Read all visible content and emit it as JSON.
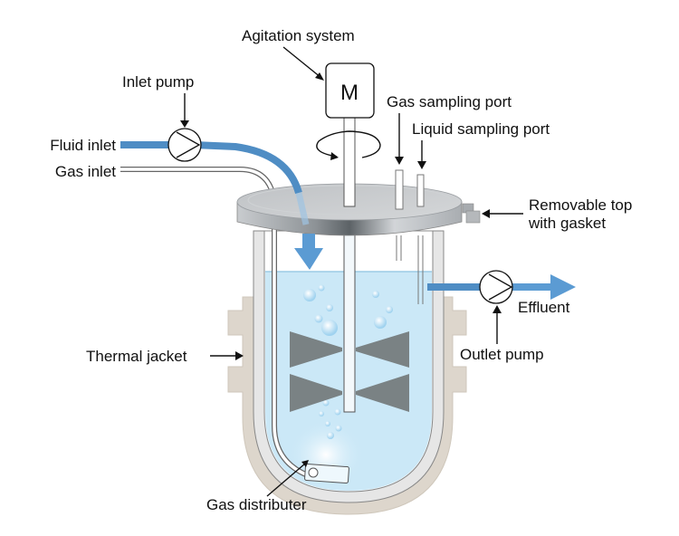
{
  "title": "Bioreactor schematic",
  "labels": {
    "agitation_system": "Agitation system",
    "motor": "M",
    "inlet_pump": "Inlet pump",
    "fluid_inlet": "Fluid inlet",
    "gas_inlet": "Gas inlet",
    "gas_sampling_port": "Gas sampling port",
    "liquid_sampling_port": "Liquid sampling port",
    "removable_top_line1": "Removable top",
    "removable_top_line2": "with gasket",
    "effluent": "Effluent",
    "outlet_pump": "Outlet pump",
    "thermal_jacket": "Thermal jacket",
    "gas_distributer": "Gas distributer"
  },
  "colors": {
    "fluid_blue": "#4f8dc4",
    "liquid": "#cbe8f7",
    "jacket": "#ddd6cc",
    "vessel_wall": "#e6e6e6",
    "impeller": "#7a8284",
    "lid": "#b9bcbf"
  }
}
